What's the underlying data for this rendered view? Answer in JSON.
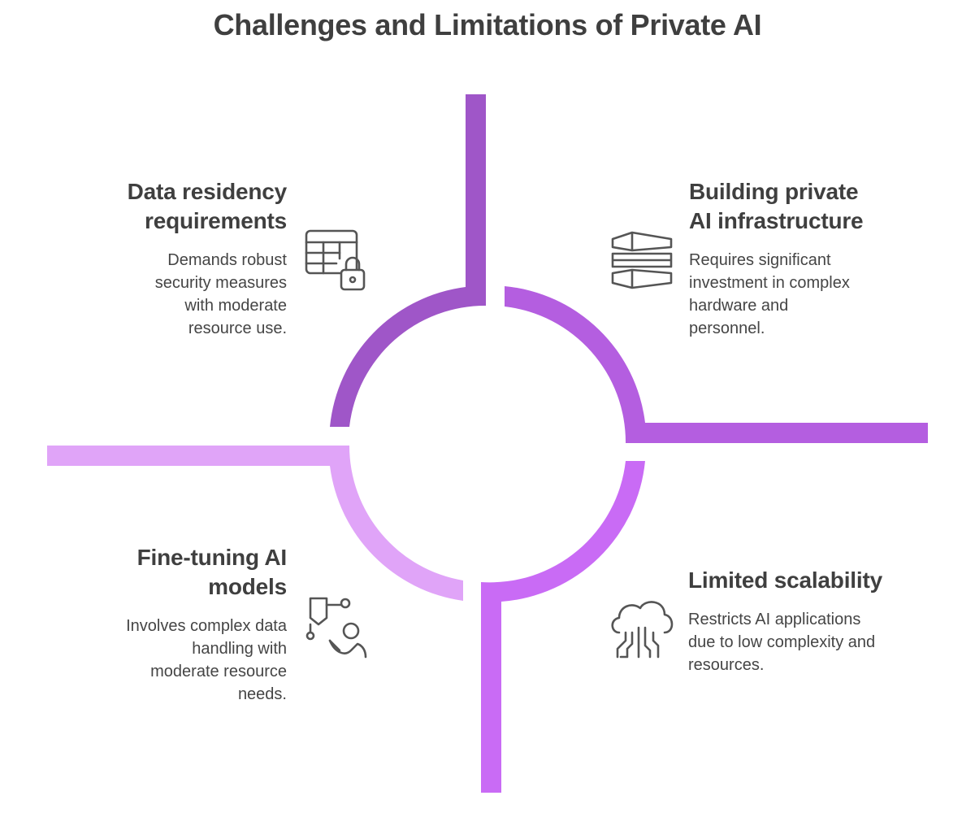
{
  "title": "Challenges and Limitations of Private AI",
  "colors": {
    "top_left": "#9f56c8",
    "top_right": "#b45ee0",
    "bottom_left": "#e0a4f8",
    "bottom_right": "#c96bf5",
    "text_dark": "#3f3f3f",
    "icon_stroke": "#555555"
  },
  "quadrants": {
    "top_left": {
      "heading": [
        "Data residency",
        "requirements"
      ],
      "description": [
        "Demands robust",
        "security measures",
        "with moderate",
        "resource use."
      ],
      "icon": "table-lock-icon"
    },
    "top_right": {
      "heading": [
        "Building private",
        "AI infrastructure"
      ],
      "description": [
        "Requires significant",
        "investment in complex",
        "hardware and",
        "personnel."
      ],
      "icon": "server-stack-icon"
    },
    "bottom_left": {
      "heading": [
        "Fine-tuning AI",
        "models"
      ],
      "description": [
        "Involves complex data",
        "handling with",
        "moderate resource",
        "needs."
      ],
      "icon": "person-circuit-icon"
    },
    "bottom_right": {
      "heading": [
        "Limited scalability"
      ],
      "description": [
        "Restricts AI applications",
        "due to low complexity and",
        "resources."
      ],
      "icon": "cloud-circuit-icon"
    }
  }
}
